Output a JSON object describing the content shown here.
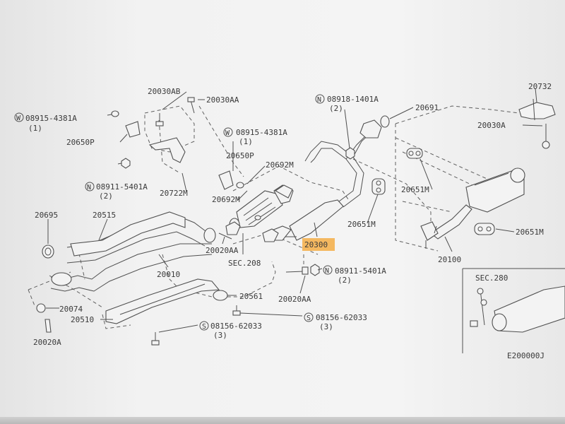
{
  "labels": {
    "p20030AB": "20030AB",
    "p20030AA_top": "20030AA",
    "p08915_a": "08915-4381A",
    "p08915_a_qty": "(1)",
    "p20650P_left": "20650P",
    "p08911_a": "08911-5401A",
    "p08911_a_qty": "(2)",
    "p20722M": "20722M",
    "p08915_b": "08915-4381A",
    "p08915_b_qty": "(1)",
    "p20650P_mid": "20650P",
    "p20692M": "20692M",
    "p20692M_b": "20692M",
    "p08918": "08918-1401A",
    "p08918_qty": "(2)",
    "p20691": "20691",
    "p20732": "20732",
    "p20030A": "20030A",
    "p20651M_a": "20651M",
    "p20651M_b": "20651M",
    "p20651M_c": "20651M",
    "p20695": "20695",
    "p20515": "20515",
    "p20020AA_left": "20020AA",
    "sec208": "SEC.208",
    "p20300": "20300",
    "p20100": "20100",
    "p20010": "20010",
    "p08911_b": "08911-5401A",
    "p08911_b_qty": "(2)",
    "p20020AA_mid": "20020AA",
    "p20561": "20561",
    "p20074": "20074",
    "p20510": "20510",
    "p08156_a": "08156-62033",
    "p08156_a_qty": "(3)",
    "p08156_b": "08156-62033",
    "p08156_b_qty": "(3)",
    "p20020A": "20020A",
    "sec280": "SEC.280",
    "diagram_code": "E200000J"
  },
  "prefixes": {
    "washer": "W",
    "nut": "N",
    "screw": "S"
  },
  "highlight_color": "#f4b860"
}
